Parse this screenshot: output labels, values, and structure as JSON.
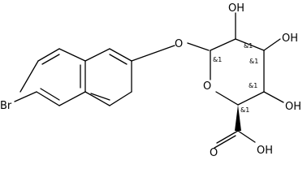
{
  "molecule": {
    "atoms": {
      "br": "Br",
      "o_link": "O",
      "o_ring": "O",
      "oh_top": "OH",
      "oh_mid": "OH",
      "oh_low": "OH",
      "o_carbonyl": "O",
      "oh_acid": "OH"
    },
    "stereo": [
      "&1",
      "&1",
      "&1",
      "&1",
      "&1"
    ]
  },
  "colors": {
    "ink": "#000000",
    "background": "#ffffff"
  }
}
